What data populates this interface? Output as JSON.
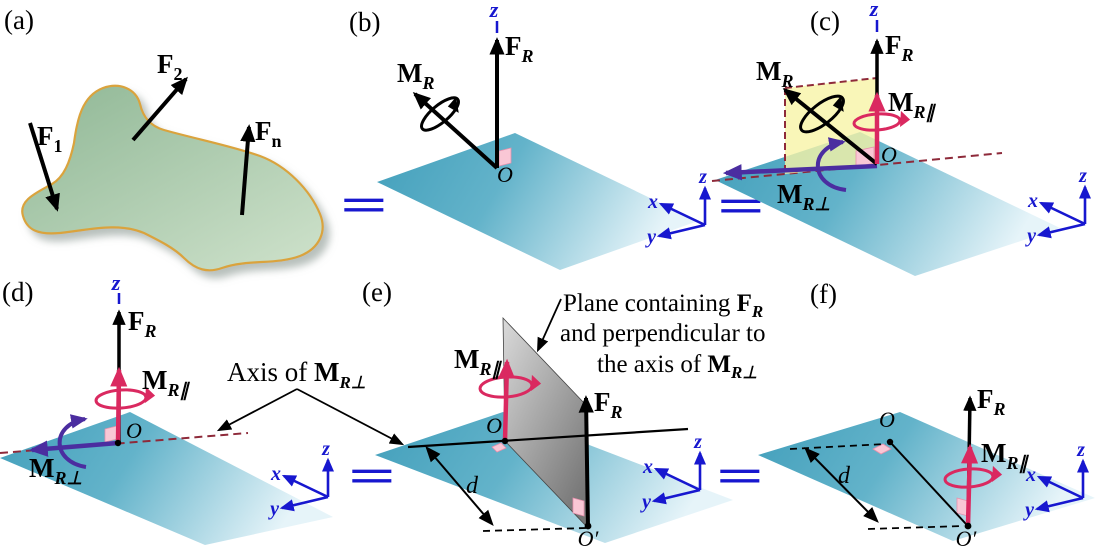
{
  "panels": {
    "a": "(a)",
    "b": "(b)",
    "c": "(c)",
    "d": "(d)",
    "e": "(e)",
    "f": "(f)"
  },
  "labels": {
    "f1": {
      "main": "F",
      "sub": "1"
    },
    "f2": {
      "main": "F",
      "sub": "2"
    },
    "fn": {
      "main": "F",
      "sub": "n"
    },
    "fr": {
      "main": "F",
      "sub": "R"
    },
    "mr": {
      "main": "M",
      "sub": "R"
    },
    "mr_par": {
      "main": "M",
      "sub": "R∥"
    },
    "mr_perp": {
      "main": "M",
      "sub": "R⊥"
    }
  },
  "points": {
    "o": "O",
    "o_prime": "O′"
  },
  "dimension": {
    "d": "d"
  },
  "axes": {
    "x": "x",
    "y": "y",
    "z": "z"
  },
  "equals": "=",
  "annotations": {
    "axis_note": {
      "pre": "Axis of ",
      "vec_main": "M",
      "vec_sub": "R⊥"
    },
    "plane_note": {
      "line1_pre": "Plane containing ",
      "line1_vec_main": "F",
      "line1_vec_sub": "R",
      "line2": "and perpendicular to",
      "line3_pre": "the axis of ",
      "line3_vec_main": "M",
      "line3_vec_sub": "R⊥"
    }
  },
  "colors": {
    "plane_teal_dark": "#429fbb",
    "plane_teal_light": "#e6f4f9",
    "body_green": "#97bc9a",
    "body_outline": "#daa33c",
    "moment_crimson": "#da2960",
    "moment_purple": "#4b2da0",
    "axis_blue": "#1717cf",
    "dashed_maroon": "#8e2a3a",
    "plane_yellow": "#f8f4a6",
    "right_angle_pink": "#f9c7d5",
    "plane_gray": "#9a9a9a"
  }
}
